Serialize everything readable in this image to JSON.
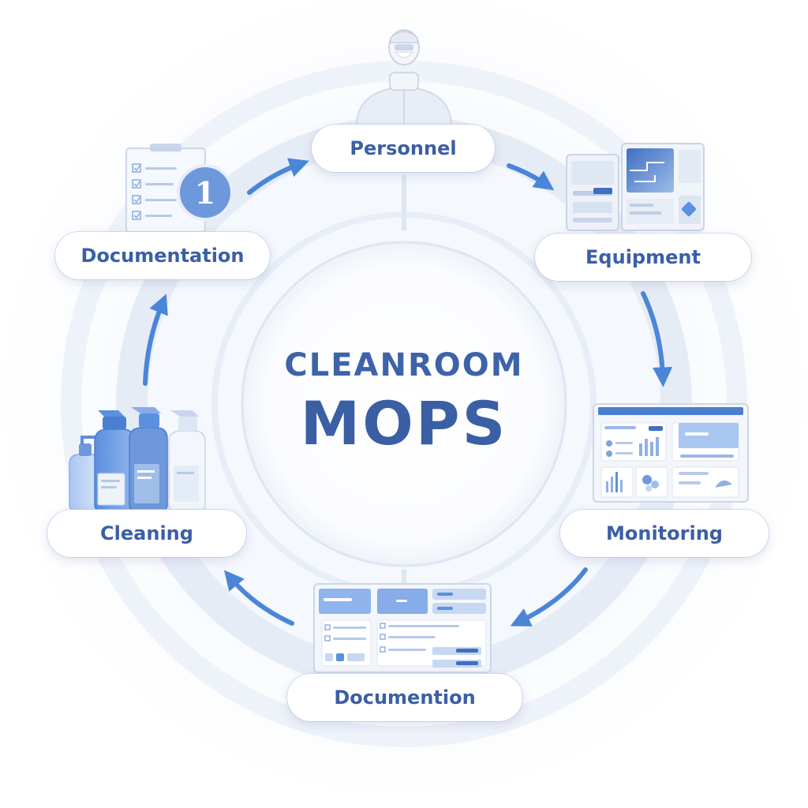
{
  "center": {
    "line1": "CLEANROOM",
    "line2": "MOPS"
  },
  "stages": [
    {
      "label": "Personnel",
      "icon": "cleanroom-worker-icon"
    },
    {
      "label": "Equipment",
      "icon": "equipment-panels-icon"
    },
    {
      "label": "Monitoring",
      "icon": "monitoring-dashboard-icon"
    },
    {
      "label": "Documention",
      "icon": "documentation-forms-icon"
    },
    {
      "label": "Cleaning",
      "icon": "cleaning-bottles-icon"
    },
    {
      "label": "Documentation",
      "icon": "checklist-icon"
    }
  ],
  "checklist_badge": "1",
  "colors": {
    "primary": "#3b5fa5",
    "accent": "#4a86d8",
    "ring": "#e4ebf7",
    "background": "#ffffff"
  }
}
